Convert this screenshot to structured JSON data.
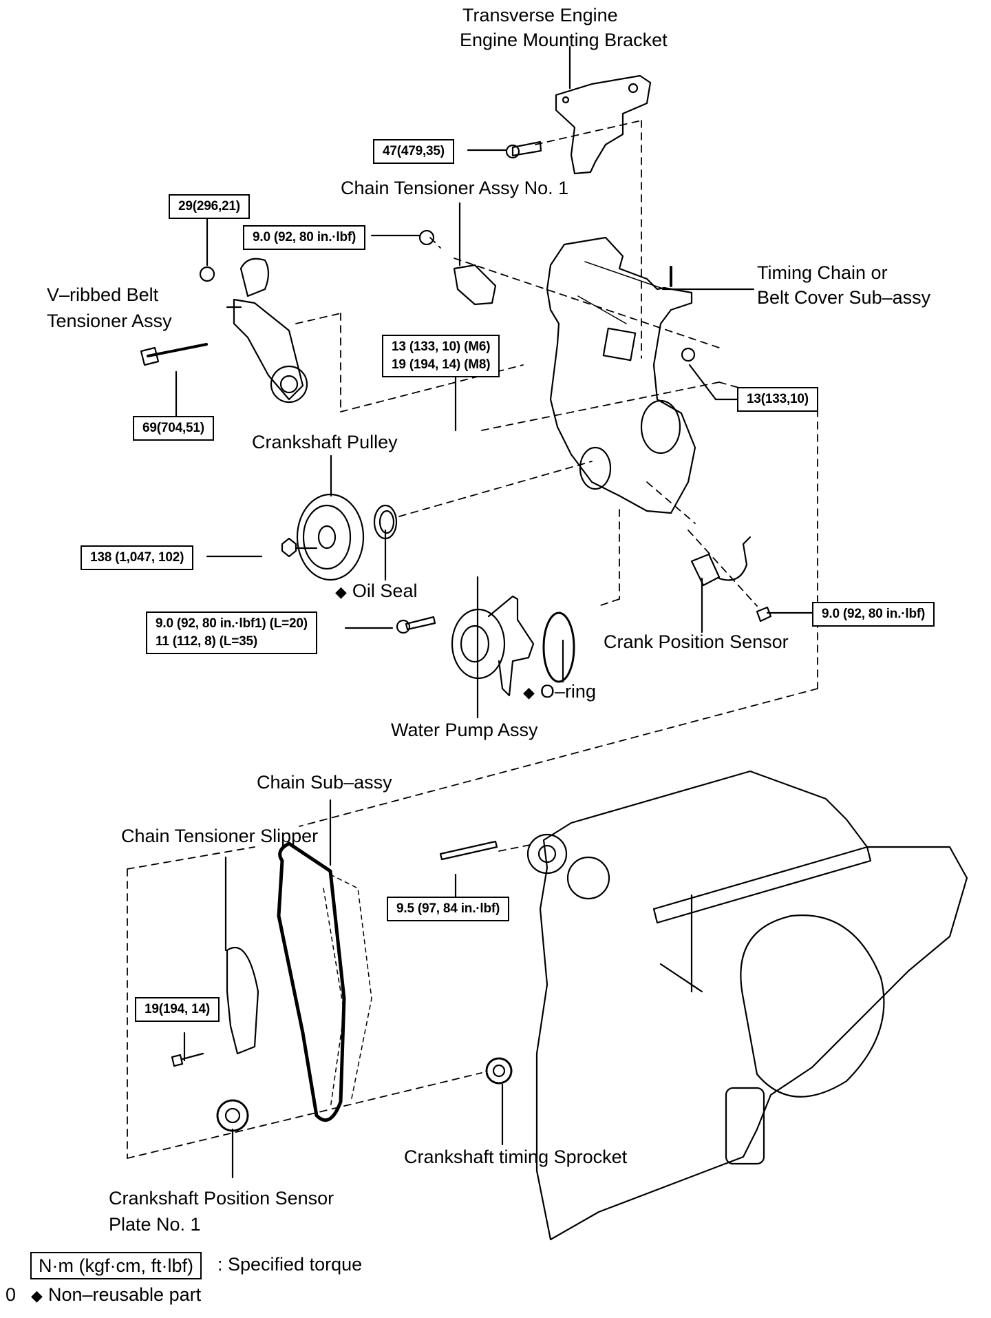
{
  "diagram": {
    "title": "Timing chain exploded view",
    "labels": {
      "engine_mount": [
        "Transverse Engine",
        "Engine Mounting Bracket"
      ],
      "chain_tensioner": "Chain Tensioner Assy No. 1",
      "v_belt_tensioner": [
        "V–ribbed Belt",
        "Tensioner Assy"
      ],
      "timing_cover": [
        "Timing Chain or",
        "Belt Cover Sub–assy"
      ],
      "crank_pulley": "Crankshaft Pulley",
      "oil_seal": "Oil Seal",
      "crank_pos_sensor": "Crank Position Sensor",
      "o_ring": "O–ring",
      "water_pump": "Water Pump Assy",
      "chain_sub": "Chain Sub–assy",
      "tensioner_slipper": "Chain Tensioner Slipper",
      "crank_sprocket": "Crankshaft timing Sprocket",
      "crank_plate": [
        "Crankshaft Position Sensor",
        "Plate No. 1"
      ]
    },
    "torques": {
      "mount_bolt": [
        "47(479,35)"
      ],
      "belt_tensioner_nut": [
        "29(296,21)"
      ],
      "chain_tensioner_nut": [
        "9.0 (92, 80 in.·lbf)"
      ],
      "cover_bolts": [
        "13 (133, 10) (M6)",
        "19 (194, 14) (M8)"
      ],
      "cover_nut": [
        "13(133,10)"
      ],
      "belt_tensioner_bolt": [
        "69(704,51)"
      ],
      "pulley_bolt": [
        "138 (1,047, 102)"
      ],
      "water_pump_bolts": [
        "9.0 (92, 80 in.·lbf1) (L=20)",
        "11 (112, 8) (L=35)"
      ],
      "sensor_bolt": [
        "9.0 (92, 80 in.·lbf)"
      ],
      "stud_bolt": [
        "9.5 (97, 84 in.·lbf)"
      ],
      "slipper_bolt": [
        "19(194, 14)"
      ]
    },
    "legend": {
      "torque_unit": "N·m (kgf·cm, ft·lbf)",
      "torque_desc": ": Specified torque",
      "nonreusable_prefix": "0",
      "nonreusable_symbol": "◆",
      "nonreusable_desc": "Non–reusable part"
    },
    "symbols": {
      "diamond": "◆"
    }
  }
}
